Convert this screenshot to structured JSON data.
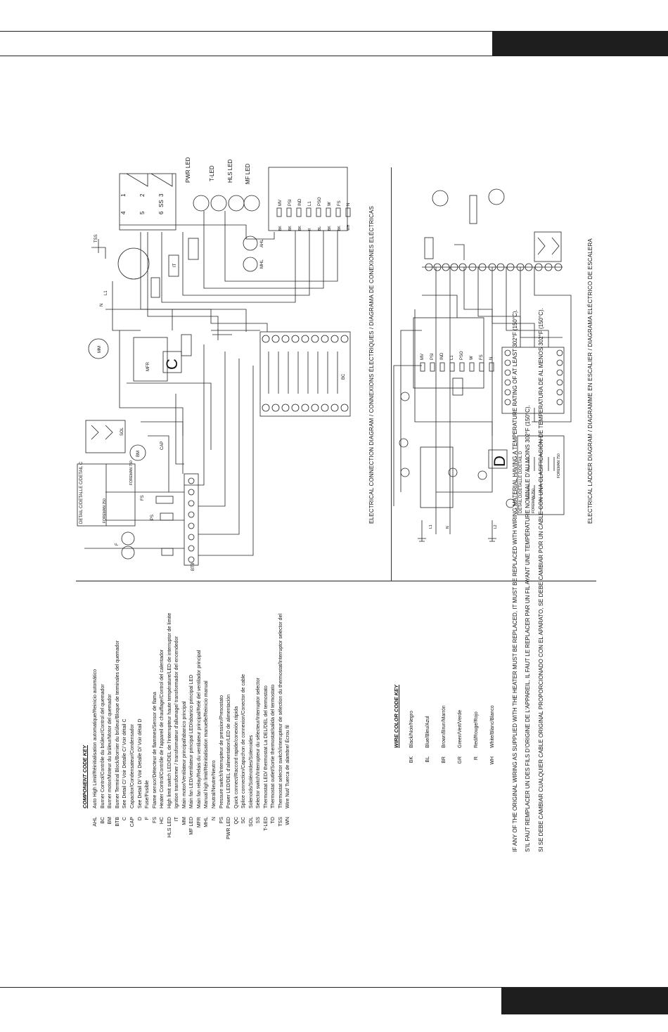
{
  "captions": {
    "connection": "ELECTRICAL CONNECTION DIAGRAM / CONNEXIONS ÉLECTRIQUES / DIAGRAMA DE CONEXIONES ELÉCTRICAS",
    "ladder": "ELECTRICAL LADDER DIAGRAM / DIAGRAMME EN ESCALIER / DIAGRAMA ELÉCTRICO DE ESCALERA"
  },
  "component_key": {
    "title": "COMPONENT CODE KEY",
    "items": [
      {
        "code": "AHL",
        "desc": "Auto High Limit/Réinitialisation automatique/Reinicio automático"
      },
      {
        "code": "BC",
        "desc": "Burner Control/Contrôle du brûleur/Control del quemador"
      },
      {
        "code": "BM",
        "desc": "Burner motor/Moteur du brûleur/Motor del quemador"
      },
      {
        "code": "BTB",
        "desc": "Burner Terminal Block/Bornier du brûleur/Bloque de terminales del quemador"
      },
      {
        "code": "C",
        "desc": "See Detail C/ Voir Detalle C/ Voir détail C"
      },
      {
        "code": "CAP",
        "desc": "Capacitor/Condensateur/Condensador"
      },
      {
        "code": "D",
        "desc": "See Detail D/ Voir Detalle D/ Voir détail D"
      },
      {
        "code": "F",
        "desc": "Fuse/Fusible"
      },
      {
        "code": "FS",
        "desc": "Flame sensor/Détecteur de flammes/Sensor de flama"
      },
      {
        "code": "HC",
        "desc": "Heater Control/Contrôle de l'appareil de chauffage/Control del calentador"
      },
      {
        "code": "HLS LED",
        "desc": "High limit switch LED/DEL de l'interrupteur haute température/LED de interruptor de límite"
      },
      {
        "code": "IT",
        "desc": "Ignition transformer / transformateur d'allumage/ transformador del encendedor"
      },
      {
        "code": "MM",
        "desc": "Main motor/Ventilateur principal/abanico principal"
      },
      {
        "code": "MF LED",
        "desc": "Main fan LED/ventilateur principal LED/abanico principal LED"
      },
      {
        "code": "MFR",
        "desc": "Main fan relay/Relais du ventilateur principal/Relé del ventilador principal"
      },
      {
        "code": "MHL",
        "desc": "Manual high limit/Réinitialisation manuelle/Reinicio manual"
      },
      {
        "code": "N",
        "desc": "Neutral/Neutre/Neutro"
      },
      {
        "code": "PS",
        "desc": "Pressure switch/Interrupteur de pression/Presostato"
      },
      {
        "code": "PWR LED",
        "desc": "Power LED/DEL d'alimentation/LED de alimentación"
      },
      {
        "code": "QC",
        "desc": "Quick connect/Raccord rapide/conexión rápida"
      },
      {
        "code": "SC",
        "desc": "Splice connection/Capuchon de connexion/Conector de cable"
      },
      {
        "code": "SOL",
        "desc": "Solenoids/Solénoïdes/Solenoides"
      },
      {
        "code": "SS",
        "desc": "Selector switch/Interrupteur du sélecteur/Interruptor selector"
      },
      {
        "code": "T-LED",
        "desc": "Thermostat LED/ thermostat La DEL/DEL del termostato"
      },
      {
        "code": "TO",
        "desc": "Thermostat outlet/Sortie thermostat/salida del termostato"
      },
      {
        "code": "TSS",
        "desc": "Thermostat selector switch/interrupteur de sélection du thermostat/Interruptor selector del"
      },
      {
        "code": "WN",
        "desc": "Wire Nut/ Tuerca de alambre/ Écrou fil"
      }
    ]
  },
  "wire_key": {
    "title": "WIRE COLOR CODE KEY",
    "items": [
      {
        "code": "BK",
        "desc": "Black/Noir/Negro"
      },
      {
        "code": "BL",
        "desc": "Blue/Bleu/Azul"
      },
      {
        "code": "BR",
        "desc": "Brown/Brun/Marrón"
      },
      {
        "code": "GR",
        "desc": "Green/Vert/Verde"
      },
      {
        "code": "R",
        "desc": "Red/Rouge/Rojo"
      },
      {
        "code": "WH",
        "desc": "White/Blanc/Blanco"
      }
    ]
  },
  "warning_notes": [
    "IF ANY OF THE ORIGINAL WIRING AS SUPPLIED WITH THE HEATER MUST BE REPLACED, IT MUST BE REPLACED WITH WIRING MATERIAL HAVING A TEMPERATURE RATING OF AT LEAST 302°F (150°C).",
    "S'IL FAUT REMPLACER UN DES FILS D'ORIGINE DE L'APPAREIL, IL FAUT LE REPLACER PAR UN FIL AYANT UNE TEMPÉRATURE NOMINALE D'AU MOINS 302°F (150°C).",
    "SI SE DEBE CAMBIAR CUALQUIER CABLE ORIGINAL PROPORCIONADO CON EL APARATO, SE DEBE CAMBIAR POR UN CABLE CON UNA CLASIFICACIÓN DE TEMPERATURA DE AL MENOS 302°F (150°C)."
  ],
  "connection_labels": {
    "hc_pins": [
      "PWR LED",
      "T-LED",
      "HLS LED",
      "MF LED"
    ],
    "hc_terminals": [
      "MV",
      "PSI",
      "IND",
      "L1",
      "PSO",
      "W",
      "FS",
      "N"
    ],
    "hc_terminals_wire": [
      "BK",
      "BK",
      "BK",
      "R",
      "BL",
      "BK",
      "BK",
      "WH"
    ],
    "ss_pins": [
      "1",
      "4",
      "2",
      "5",
      "3",
      "6"
    ],
    "ss_label": "SS",
    "tss": "TSS",
    "mm": "MM",
    "mfr": "MFR",
    "detail_c": "C",
    "ahl": "AHL",
    "mhl": "MHL",
    "it": "IT",
    "bm": "BM",
    "fs": "FS",
    "ps": "PS",
    "f": "F",
    "btb": "BTB",
    "bc": "BC",
    "sol": "SOL",
    "cap": "CAP",
    "l1": "L1",
    "n": "N",
    "detail_c_title": "DETAIL C/DETALLE C/DETAIL C",
    "detail_c_sub": [
      "FOREMAN 250",
      "FOREMAN 750"
    ]
  },
  "ladder_labels": {
    "hc_terminals": [
      "MV",
      "PSI",
      "IND",
      "L1",
      "PSO",
      "W",
      "FS",
      "N"
    ],
    "detail_d_title": "DETAIL D/DETALLE D/DETAIL D",
    "detail_d_sub": [
      "FOREMAN 250",
      "FOREMAN 750"
    ],
    "detail_d": "D",
    "l1": "L1",
    "n": "N",
    "l2": "L2"
  }
}
